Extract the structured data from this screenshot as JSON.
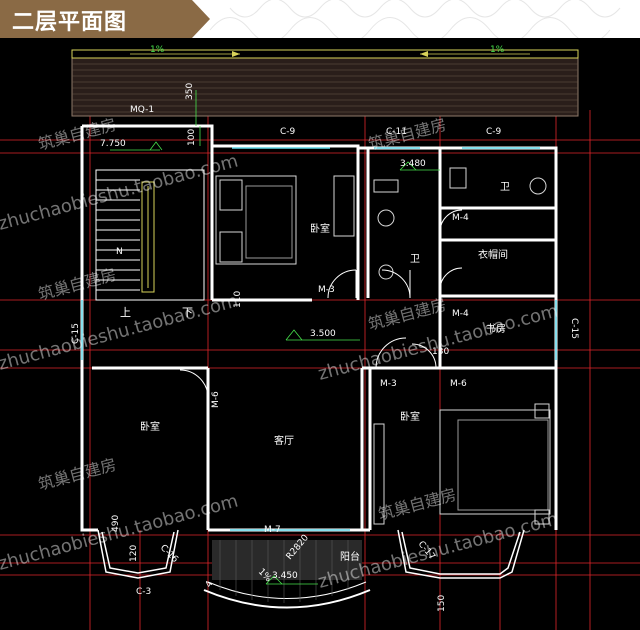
{
  "title": "二层平面图",
  "colors": {
    "background": "#000000",
    "wall": "#ffffff",
    "axis": "#e0262b",
    "dimension": "#46e04b",
    "text": "#ffffff",
    "furniture": "#d6d6d6",
    "title_tab": "#8a6a45"
  },
  "rooms": {
    "bedroom_top": "卧室",
    "bedroom_left": "卧室",
    "bedroom_right": "卧室",
    "living": "客厅",
    "bath_top": "卫",
    "bath_mid": "卫",
    "closet": "衣帽间",
    "study": "书房",
    "balcony": "阳台"
  },
  "doors": {
    "m3_top": "M-3",
    "m3_right": "M-3",
    "m4_top": "M-4",
    "m4_mid": "M-4",
    "m6_left": "M-6",
    "m6_right": "M-6",
    "m7": "M-7",
    "mq1": "MQ-1"
  },
  "windows": {
    "c9_left": "C-9",
    "c11": "C-11",
    "c9_right": "C-9",
    "c15_left": "C-15",
    "c15_right": "C-15",
    "c16": "C-16",
    "c3": "C-3",
    "c17": "C-17"
  },
  "dimensions": {
    "roof_left": "1%",
    "roof_right": "1%",
    "d350": "350",
    "d100": "100",
    "elev_7750": "7.750",
    "elev_3480": "3.480",
    "elev_3500": "3.500",
    "elev_3450": "3.450",
    "d110": "110",
    "d130": "130",
    "d490": "490",
    "d120": "120",
    "d150": "150",
    "slope": "1%",
    "radius": "R2820",
    "d4": "4"
  },
  "stair": {
    "up": "上",
    "down": "下",
    "north": "N"
  },
  "watermarks": {
    "brand": "筑巢自建房",
    "url": "zhuchaobieshu.taobao.com"
  }
}
